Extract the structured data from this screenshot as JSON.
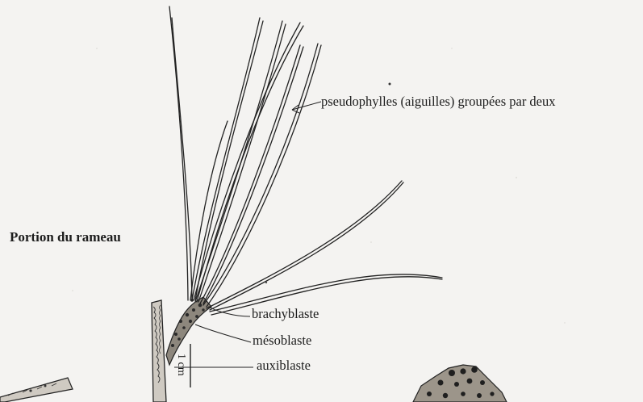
{
  "title": "Portion du rameau",
  "labels": {
    "pseudophylles": "pseudophylles (aiguilles) groupées par deux",
    "brachyblaste": "brachyblaste",
    "mesoblaste": "mésoblaste",
    "auxiblaste": "auxiblaste",
    "scale": "1 cm"
  },
  "colors": {
    "paper": "#f4f3f1",
    "ink": "#1a1a1a"
  }
}
